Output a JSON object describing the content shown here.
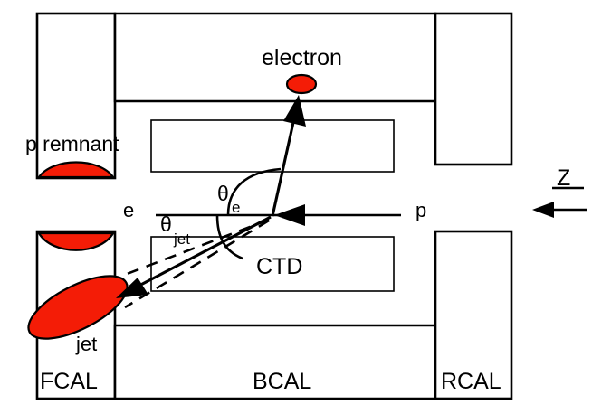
{
  "figure": {
    "type": "detector-event-diagram",
    "description": "ZEUS detector cross-section showing a deep inelastic scattering event with scattered electron and hadronic jet"
  },
  "detector": {
    "forward_calorimeter_label": "FCAL",
    "barrel_calorimeter_label": "BCAL",
    "rear_calorimeter_label": "RCAL",
    "tracker_label": "CTD"
  },
  "beams": {
    "electron_beam_label": "e",
    "proton_beam_label": "p"
  },
  "axis": {
    "z_axis_label": "Z"
  },
  "particles": {
    "scattered_electron_label": "electron",
    "proton_remnant_label": "p remnant",
    "jet_label": "jet"
  },
  "angles": {
    "electron_angle_symbol": "θ",
    "electron_angle_subscript": "e",
    "jet_angle_symbol": "θ",
    "jet_angle_subscript": "jet"
  },
  "colors": {
    "blob_fill": "#f41c06",
    "outline": "#000000",
    "background": "#ffffff"
  }
}
